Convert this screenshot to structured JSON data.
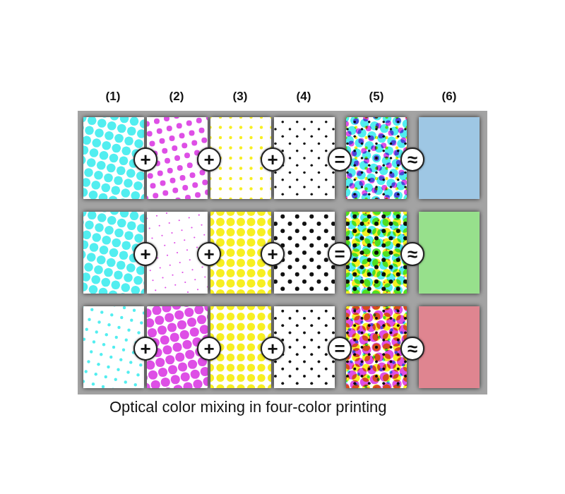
{
  "diagram": {
    "caption": "Optical color mixing in four-color printing",
    "nodes": [
      {
        "text": [
          "+"
        ]
      },
      {
        "text": [
          "+"
        ]
      },
      {
        "text": [
          "+"
        ]
      },
      {
        "text": [
          "="
        ]
      },
      {
        "text": [
          "≈"
        ]
      },
      {
        "text": [
          "+"
        ]
      },
      {
        "text": [
          "+"
        ]
      },
      {
        "text": [
          "+"
        ]
      },
      {
        "text": [
          "="
        ]
      },
      {
        "text": [
          "≈"
        ]
      },
      {
        "text": [
          "+"
        ]
      },
      {
        "text": [
          "+"
        ]
      },
      {
        "text": [
          "+"
        ]
      },
      {
        "text": [
          "="
        ]
      },
      {
        "text": [
          "≈"
        ]
      }
    ],
    "labels": [
      "(1)",
      "(2)",
      "(3)",
      "(4)",
      "(5)",
      "(6)"
    ]
  }
}
